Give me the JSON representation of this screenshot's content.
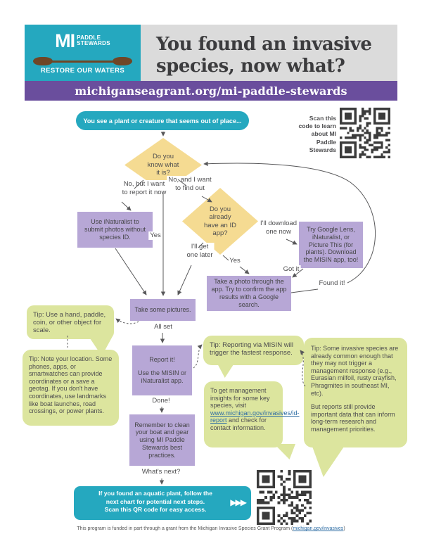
{
  "header": {
    "logo_mi": "MI",
    "logo_paddle": "PADDLE",
    "logo_stewards": "STEWARDS",
    "logo_tagline": "RESTORE OUR WATERS",
    "title": "You found an invasive\nspecies, now what?",
    "url": "michiganseagrant.org/mi-paddle-stewards"
  },
  "flow": {
    "start": "You see a plant or creature that seems out of place...",
    "scan_note": "Scan this code to learn about MI Paddle Stewards",
    "decision_know": "Do you\nknow what\nit is?",
    "decision_app": "Do you\nalready\nhave an ID\napp?",
    "box_inaturalist": "Use iNaturalist to submit photos without species ID.",
    "box_try_apps": "Try Google Lens, iNaturalist, or Picture This (for plants). Download the MISIN app, too!",
    "box_take_photo": "Take a photo through the app. Try to confirm the app results with a Google search.",
    "box_take_pictures": "Take some pictures.",
    "box_report_title": "Report it!",
    "box_report_body": "Use the MISIN or iNaturalist app.",
    "box_remember": "Remember to clean your boat and gear using MI Paddle Stewards best practices.",
    "labels": {
      "no_report": "No, but I want\nto report it now",
      "no_find": "No, and I want\nto find out",
      "yes_center": "Yes",
      "download_now": "I'll download\none now",
      "get_later": "I'll get\none later",
      "yes_app": "Yes",
      "got_it": "Got it",
      "found_it": "Found it!",
      "all_set": "All set",
      "done": "Done!",
      "whats_next": "What's next?"
    },
    "final": {
      "line1": "If you found an aquatic plant, follow the",
      "line2": "next chart for potential next steps.",
      "line3": "Scan this QR code for easy access.",
      "arrows": "▶▶▶"
    }
  },
  "tips": {
    "scale": "Tip: Use a hand, paddle, coin, or other object for scale.",
    "location": "Tip: Note your location. Some phones, apps, or smartwatches can provide coordinates or a save a geotag. If you don't have coordinates, use landmarks like boat launches, road crossings, or power plants.",
    "misin": "Tip: Reporting via MISIN will trigger the fastest response.",
    "management_pre": "To get management insights for some key species, visit ",
    "management_link": "www.michigan.gov/invasives/id-report",
    "management_post": " and check for contact information.",
    "common_p1": "Tip: Some invasive species are already common enough that they may not trigger a management response (e.g., Eurasian milfoil, rusty crayfish, Phragmites in southeast MI, etc).",
    "common_p2": "But reports still provide important data that can inform long-term research and management priorities."
  },
  "footer": {
    "text_pre": "This program is funded in part through a grant from the Michigan Invasive Species Grant Program (",
    "link": "michigan.gov/invasives",
    "text_post": ")"
  },
  "colors": {
    "teal": "#25a8bf",
    "purple_bar": "#6a4e9d",
    "box_purple": "#b7a7d6",
    "diamond_yellow": "#f5db92",
    "tip_green": "#dce59e",
    "header_gray": "#dbdbdb",
    "ink": "#4d4d4f",
    "link_blue": "#2e6da4",
    "paddle_brown": "#6f4626",
    "qr_dark": "#3b3b3b"
  }
}
